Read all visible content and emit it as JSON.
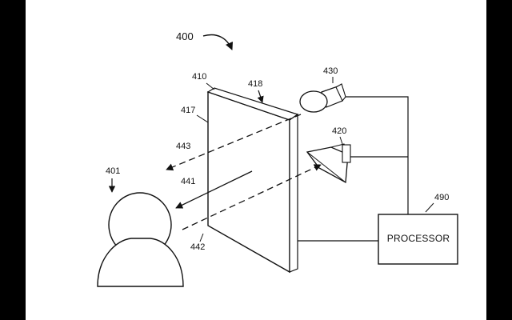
{
  "figure": {
    "number": "400",
    "viewer_label": "401",
    "display_front_label": "410",
    "display_edge_label": "417",
    "display_back_label": "418",
    "projector_label": "420",
    "camera_label": "430",
    "processor_label": "490",
    "processor_text": "PROCESSOR",
    "ray_441_label": "441",
    "ray_442_label": "442",
    "ray_443_label": "443"
  }
}
